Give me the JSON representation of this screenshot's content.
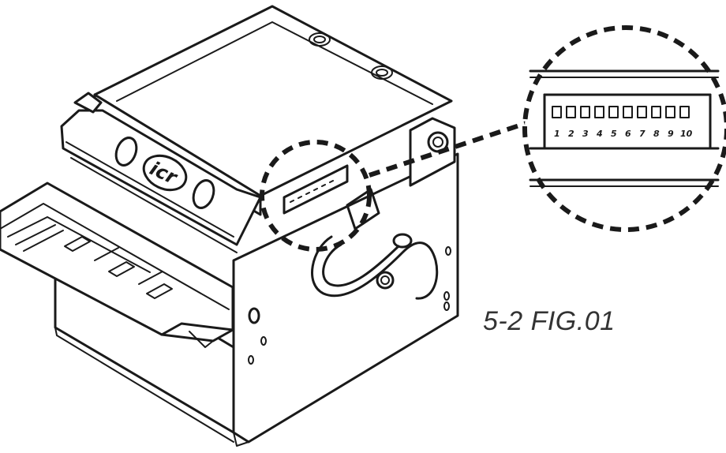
{
  "figure": {
    "caption": "5-2 FIG.01",
    "logo_text": "icr",
    "dip_switch_labels": [
      "1",
      "2",
      "3",
      "4",
      "5",
      "6",
      "7",
      "8",
      "9",
      "10"
    ]
  }
}
